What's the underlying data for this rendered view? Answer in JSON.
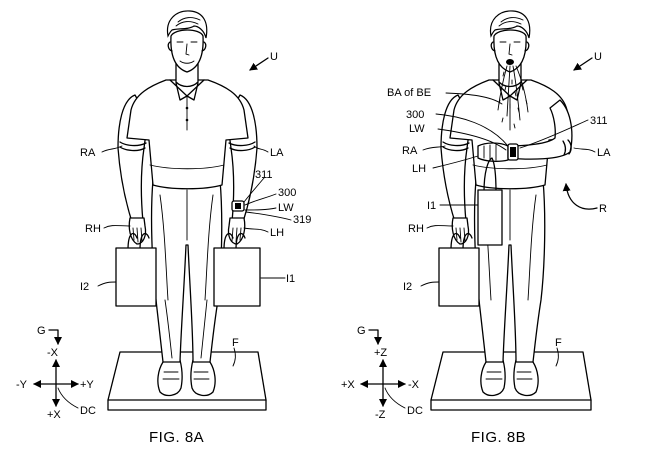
{
  "figures": [
    {
      "id": "8A",
      "caption": "FIG. 8A",
      "labels": {
        "U": "U",
        "RA": "RA",
        "LA": "LA",
        "RH": "RH",
        "LH": "LH",
        "I1": "I1",
        "I2": "I2",
        "n311": "311",
        "n300": "300",
        "LW": "LW",
        "n319": "319",
        "G": "G",
        "F": "F",
        "DC": "DC"
      },
      "axes": {
        "up": "-X",
        "down": "+X",
        "left": "-Y",
        "right": "+Y"
      }
    },
    {
      "id": "8B",
      "caption": "FIG. 8B",
      "labels": {
        "U": "U",
        "BA": "BA of BE",
        "n300": "300",
        "LW": "LW",
        "n311": "311",
        "RA": "RA",
        "LA": "LA",
        "LH": "LH",
        "I1": "I1",
        "RH": "RH",
        "I2": "I2",
        "R": "R",
        "G": "G",
        "F": "F",
        "DC": "DC"
      },
      "axes": {
        "up": "+Z",
        "down": "-Z",
        "left": "+X",
        "right": "-X"
      }
    }
  ]
}
